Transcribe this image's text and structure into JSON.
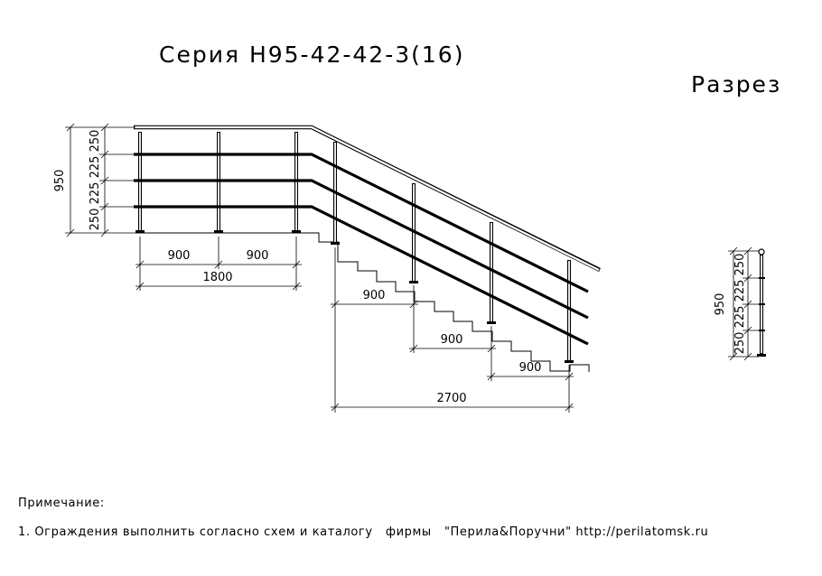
{
  "title": "Серия  Н95-42-42-3(16)",
  "section_label": "Разрез",
  "dimensions": {
    "total_height": "950",
    "spacings": [
      "250",
      "225",
      "225",
      "250"
    ],
    "landing_spans": [
      "900",
      "900"
    ],
    "landing_total": "1800",
    "stair_spans": [
      "900",
      "900",
      "900"
    ],
    "stair_total": "2700"
  },
  "section_dimensions": {
    "total_height": "950",
    "spacings": [
      "250",
      "225",
      "225",
      "250"
    ]
  },
  "notes": {
    "heading": "Примечание:",
    "item1": "1. Ограждения выполнить согласно схем и каталогу   фирмы   \"Перила&Поручни\" http://perilatomsk.ru"
  }
}
